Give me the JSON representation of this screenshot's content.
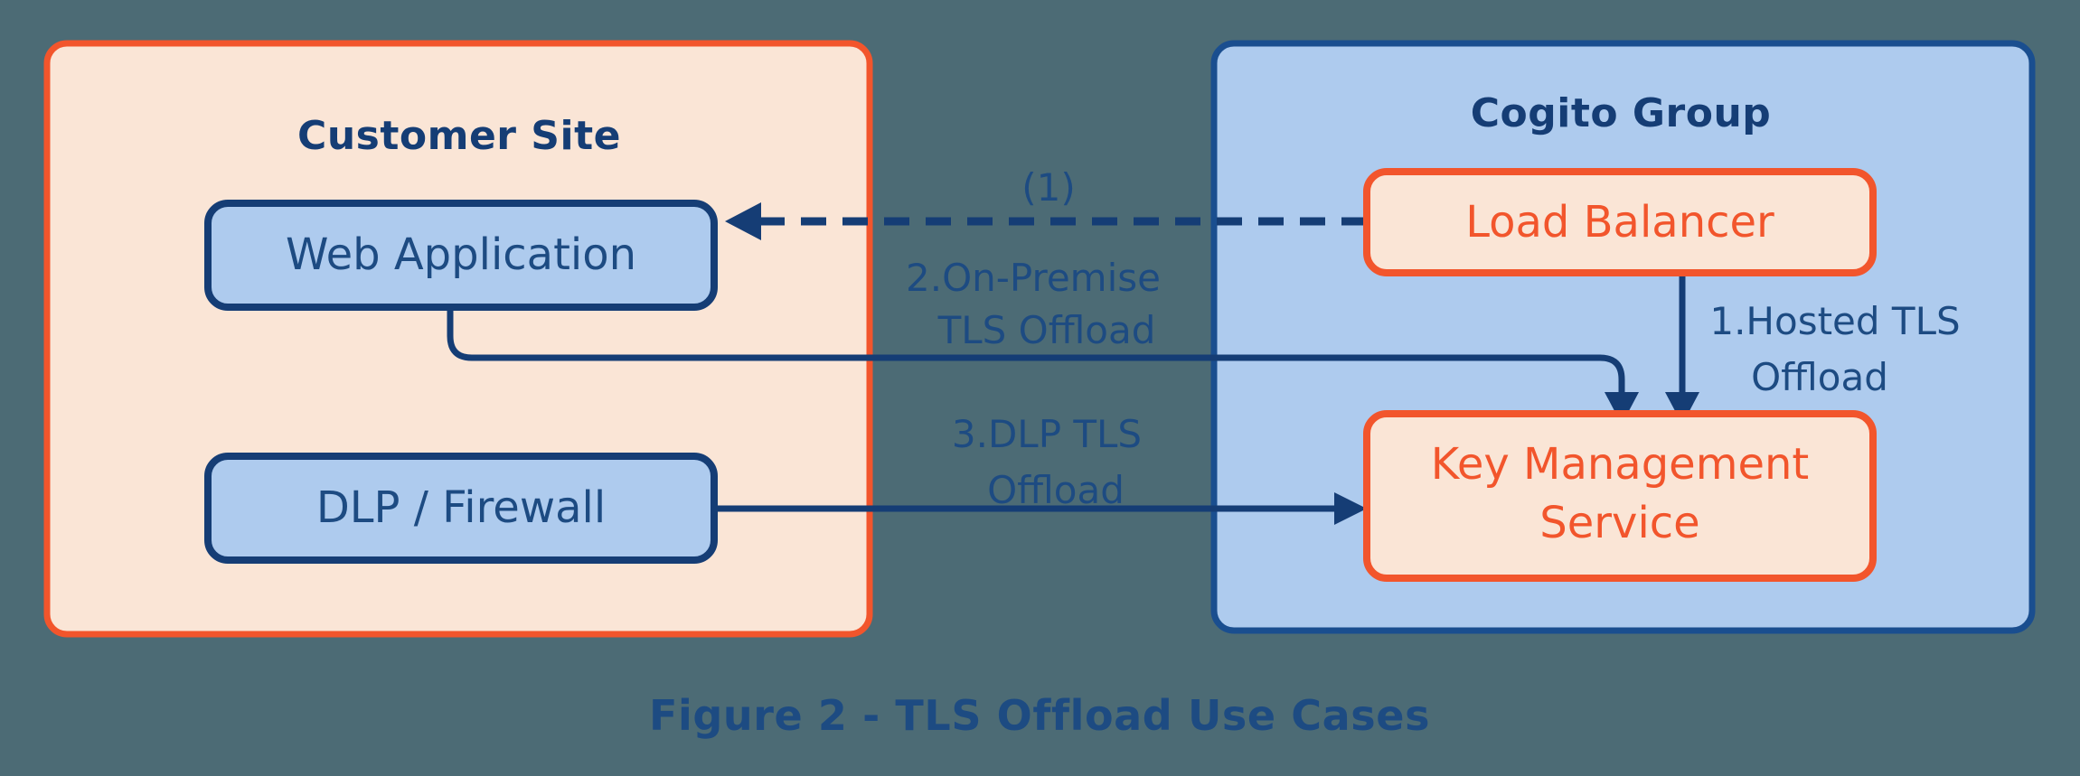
{
  "figure": {
    "caption": "Figure 2 - TLS Offload Use Cases",
    "background_color": "#4c6b75"
  },
  "zones": [
    {
      "id": "customer-site",
      "title": "Customer Site",
      "fill": "#fae5d6",
      "stroke": "#f2552c",
      "nodes": [
        {
          "id": "web-application",
          "label": "Web Application",
          "fill": "#aecbee",
          "stroke": "#153d75",
          "text_color": "#1d4b82"
        },
        {
          "id": "dlp-firewall",
          "label": "DLP / Firewall",
          "fill": "#aecbee",
          "stroke": "#153d75",
          "text_color": "#1d4b82"
        }
      ]
    },
    {
      "id": "cogito-group",
      "title": "Cogito Group",
      "fill": "#aecbee",
      "stroke": "#1a4e8f",
      "nodes": [
        {
          "id": "load-balancer",
          "label": "Load Balancer",
          "fill": "#fae5d6",
          "stroke": "#f2552c",
          "text_color": "#f2552c"
        },
        {
          "id": "key-management-service",
          "label_line1": "Key Management",
          "label_line2": "Service",
          "fill": "#fae5d6",
          "stroke": "#f2552c",
          "text_color": "#f2552c"
        }
      ]
    }
  ],
  "edges": [
    {
      "id": "edge-1-hosted-tls-offload",
      "label_line1": "1.Hosted TLS",
      "label_line2": "Offload",
      "from": "load-balancer",
      "to": "key-management-service",
      "style": "solid"
    },
    {
      "id": "edge-2-on-premise-tls-offload",
      "label_line1": "2.On-Premise",
      "label_line2": "TLS Offload",
      "from": "web-application",
      "to": "key-management-service",
      "style": "solid"
    },
    {
      "id": "edge-3-dlp-tls-offload",
      "label_line1": "3.DLP TLS",
      "label_line2": "Offload",
      "from": "dlp-firewall",
      "to": "key-management-service",
      "style": "solid"
    },
    {
      "id": "edge-1-paren-callback",
      "label_line1": "(1)",
      "from": "load-balancer",
      "to": "web-application",
      "style": "dashed"
    }
  ],
  "colors": {
    "background": "#4c6b75",
    "navy": "#153d75",
    "navy_text": "#1d4b82",
    "orange": "#f2552c",
    "peach": "#fae5d6",
    "light_blue": "#aecbee"
  }
}
